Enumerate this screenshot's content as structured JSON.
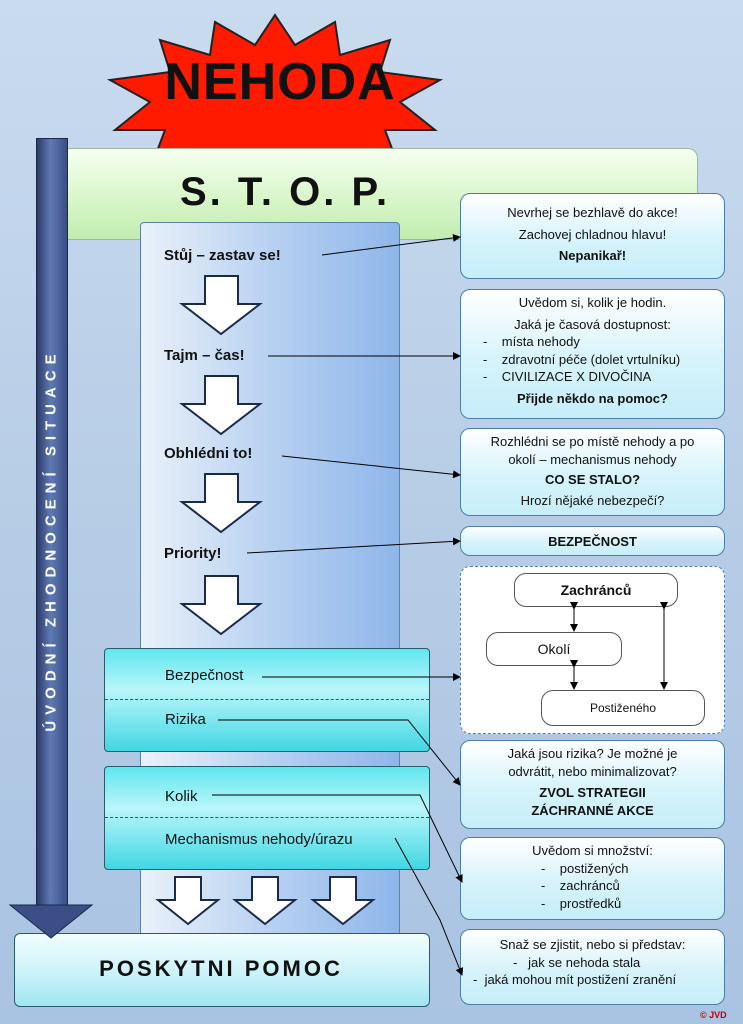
{
  "title": "NEHODA",
  "stop": "S. T. O. P.",
  "vertical_label": "ÚVODNÍ ZHODNOCENÍ SITUACE",
  "steps": [
    "Stůj – zastav se!",
    "Tajm – čas!",
    "Obhlédni to!",
    "Priority!"
  ],
  "box1": [
    "Bezpečnost",
    "Rizika"
  ],
  "box2": [
    "Kolik",
    "Mechanismus nehody/úrazu"
  ],
  "bottom": "POSKYTNI POMOC",
  "right": {
    "r1": {
      "line1": "Nevrhej se bezhlavě do akce!",
      "line2": "Zachovej chladnou hlavu!",
      "bold": "Nepanikař!"
    },
    "r2": {
      "line1": "Uvědom si, kolik je hodin.",
      "line2": "Jaká je časová dostupnost:",
      "items": [
        "místa nehody",
        "zdravotní péče (dolet vrtulníku)",
        "CIVILIZACE X DIVOČINA"
      ],
      "bold": "Přijde někdo na pomoc?"
    },
    "r3": {
      "line1": "Rozhlédni se po místě nehody a po",
      "line2": "okolí – mechanismus nehody",
      "bold": "CO SE STALO?",
      "line3": "Hrozí nějaké nebezpečí?"
    },
    "r4": {
      "bold": "BEZPEČNOST"
    },
    "r5": {
      "top": "Zachránců",
      "mid": "Okolí",
      "bot": "Postiženého"
    },
    "r6": {
      "line1": "Jaká jsou rizika? Je možné je",
      "line2": "odvrátit, nebo minimalizovat?",
      "bold1": "ZVOL STRATEGII",
      "bold2": "ZÁCHRANNÉ AKCE"
    },
    "r7": {
      "line1": "Uvědom si množství:",
      "items": [
        "postižených",
        "zachránců",
        "prostředků"
      ]
    },
    "r8": {
      "line1": "Snaž se zjistit, nebo si představ:",
      "items": [
        "jak se nehoda stala",
        "jaká mohou mít postižení zranění"
      ]
    }
  },
  "copyright": "© JVD",
  "colors": {
    "star": "#ff0000",
    "accent_cyan": "#3fd7e3",
    "bar": "#3b4e85"
  }
}
